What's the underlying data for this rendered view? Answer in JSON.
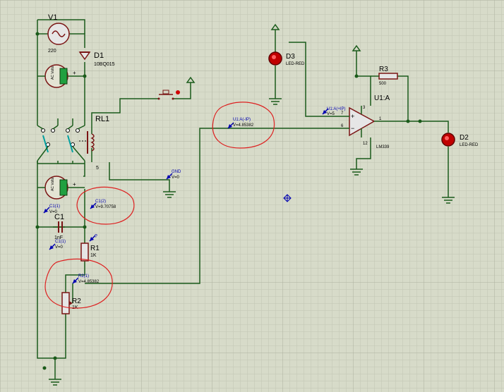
{
  "components": {
    "v1": {
      "ref": "V1",
      "value": "220"
    },
    "d1": {
      "ref": "D1",
      "value": "10BQ015"
    },
    "rl1": {
      "ref": "RL1",
      "pin": "5"
    },
    "d3": {
      "ref": "D3",
      "value": "LED-RED"
    },
    "d2": {
      "ref": "D2",
      "value": "LED-RED"
    },
    "r3": {
      "ref": "R3",
      "value": "500"
    },
    "u1": {
      "ref": "U1:A",
      "value": "LM339",
      "pin_plus": "7",
      "pin_minus": "6",
      "pin_out": "1",
      "pin_vcc": "3",
      "pin_gnd": "12",
      "sign_plus": "+",
      "sign_minus": "−"
    },
    "c1": {
      "ref": "C1",
      "value": "1nF"
    },
    "r1": {
      "ref": "R1",
      "value": "1K"
    },
    "r2": {
      "ref": "R2",
      "value": "1K"
    },
    "meter_label": "AC Volts",
    "meter_plus": "+"
  },
  "probes": {
    "u1_ip_top": {
      "name": "U1:A(+IP)",
      "value": "V=5"
    },
    "u1_ip_left": {
      "name": "U1:A(-IP)",
      "value": "V=4.85382"
    },
    "gnd": {
      "name": "GND",
      "value": "V=0"
    },
    "c1_2": {
      "name": "C1(2)",
      "value": "V=9.70758"
    },
    "c1_1a": {
      "name": "C1(1)",
      "value": "V=0"
    },
    "c1_1b": {
      "name": "C1(1)",
      "value": "V=0"
    },
    "r1_q": {
      "name": "?"
    },
    "r2_1": {
      "name": "R2(1)",
      "value": "V=4.85382"
    }
  },
  "colors": {
    "background": "#d7dbc9",
    "grid": "#c2c6b4",
    "grid_major": "#adb29f",
    "wire": "#1a5b1a",
    "component": "#7a1414",
    "label": "#000000",
    "probe": "#0000b0",
    "led": "#c00000",
    "annotation": "#dd2020",
    "switch_blade": "#00a0a0"
  }
}
